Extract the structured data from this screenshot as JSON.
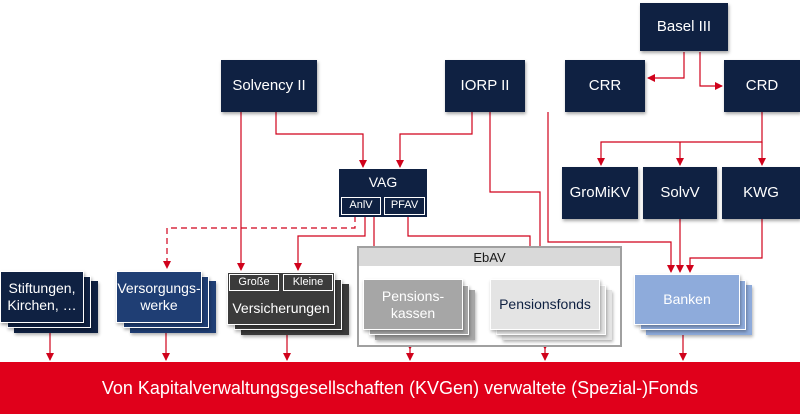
{
  "nodes": {
    "basel3": "Basel III",
    "solvency2": "Solvency II",
    "iorp2": "IORP II",
    "crr": "CRR",
    "crd": "CRD",
    "gromikv": "GroMiKV",
    "solvv": "SolvV",
    "kwg": "KWG",
    "vag": "VAG",
    "anlv": "AnlV",
    "pfav": "PFAV",
    "ebav": "EbAV",
    "stiftungen_line1": "Stiftungen,",
    "stiftungen_line2": "Kirchen, …",
    "versorgungswerke_line1": "Versorgungs-",
    "versorgungswerke_line2": "werke",
    "grosse": "Große",
    "kleine": "Kleine",
    "versicherungen": "Versicherungen",
    "pensionskassen_line1": "Pensions-",
    "pensionskassen_line2": "kassen",
    "pensionsfonds": "Pensionsfonds",
    "banken": "Banken"
  },
  "footer": "Von Kapitalverwaltungsgesellschaften (KVGen) verwaltete (Spezial-)Fonds",
  "colors": {
    "navy": "#0f2142",
    "red": "#e0001b",
    "arrow": "#d0021b",
    "blue_stack": "#1f3e74",
    "dark_stack": "#3b3b3b",
    "gray_stack": "#a6a6a6",
    "light_stack": "#e4e4e4",
    "light_blue_stack": "#8eabdb"
  }
}
